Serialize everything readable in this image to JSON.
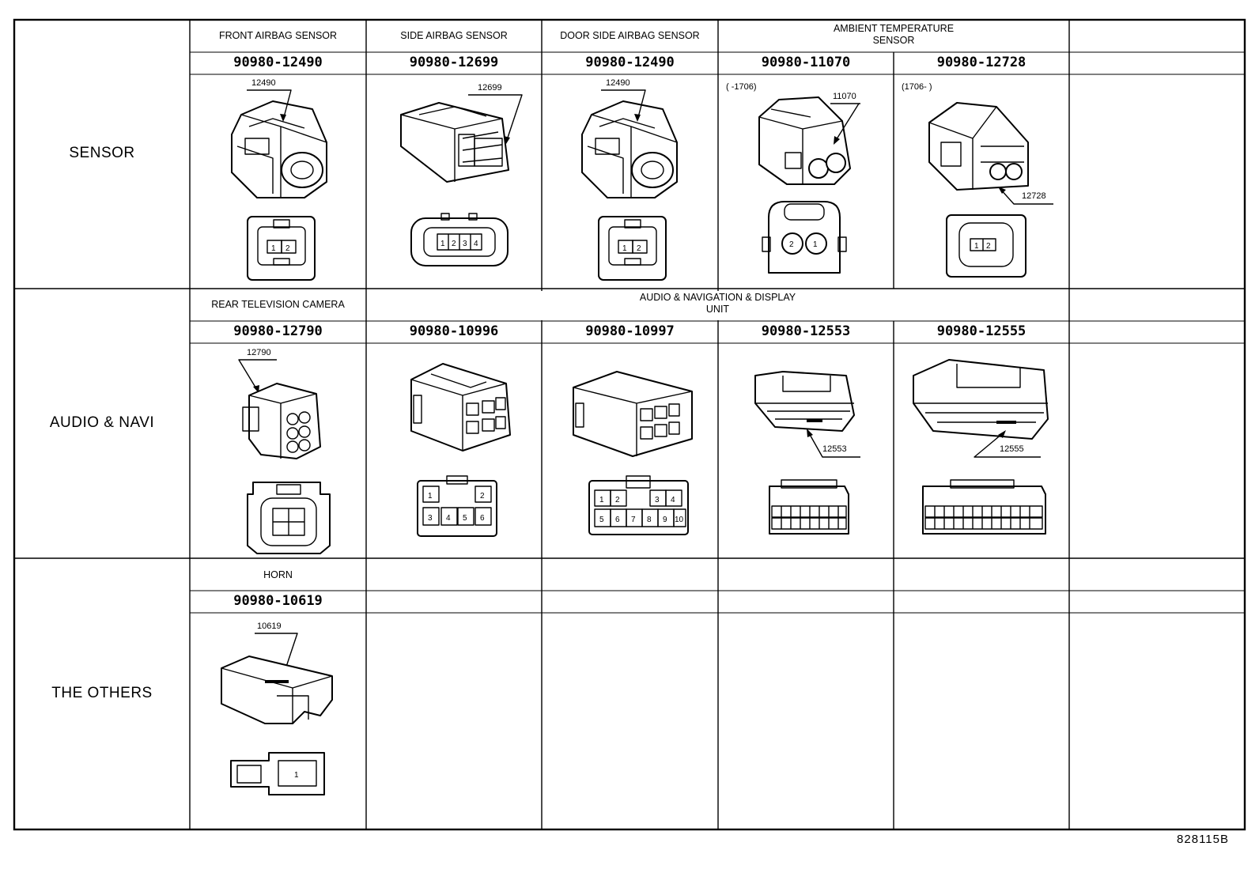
{
  "rows": [
    {
      "label": "SENSOR",
      "cells": [
        {
          "header": "FRONT AIRBAG SENSOR",
          "part": "90980-12490",
          "callout": "12490",
          "face": "2-pin"
        },
        {
          "header": "SIDE AIRBAG SENSOR",
          "part": "90980-12699",
          "callout": "12699",
          "face": "4-pin"
        },
        {
          "header": "DOOR SIDE AIRBAG SENSOR",
          "part": "90980-12490",
          "callout": "12490",
          "face": "2-pin"
        },
        {
          "header": "AMBIENT TEMPERATURE SENSOR",
          "part": "90980-11070",
          "callout": "11070",
          "note": "(  -1706)",
          "face": "2-round"
        },
        {
          "header": "",
          "part": "90980-12728",
          "callout": "12728",
          "note": "(1706-  )",
          "face": "2-pin-small"
        },
        {
          "header": "",
          "part": "",
          "callout": ""
        }
      ]
    },
    {
      "label": "AUDIO & NAVI",
      "cells": [
        {
          "header": "REAR TELEVISION CAMERA",
          "part": "90980-12790",
          "callout": "12790",
          "face": "4-pin-square"
        },
        {
          "header": "AUDIO & NAVIGATION & DISPLAY UNIT",
          "part": "90980-10996",
          "callout": "",
          "face": "6-pin"
        },
        {
          "header": "",
          "part": "90980-10997",
          "callout": "",
          "face": "10-pin"
        },
        {
          "header": "",
          "part": "90980-12553",
          "callout": "12553",
          "face": "multi"
        },
        {
          "header": "",
          "part": "90980-12555",
          "callout": "12555",
          "face": "multi-wide"
        },
        {
          "header": "",
          "part": "",
          "callout": ""
        }
      ]
    },
    {
      "label": "THE OTHERS",
      "cells": [
        {
          "header": "HORN",
          "part": "90980-10619",
          "callout": "10619",
          "face": "1-pin"
        },
        {
          "header": "",
          "part": "",
          "callout": ""
        },
        {
          "header": "",
          "part": "",
          "callout": ""
        },
        {
          "header": "",
          "part": "",
          "callout": ""
        },
        {
          "header": "",
          "part": "",
          "callout": ""
        },
        {
          "header": "",
          "part": "",
          "callout": ""
        }
      ]
    }
  ],
  "headers": {
    "ambient_line1": "AMBIENT TEMPERATURE",
    "ambient_line2": "SENSOR",
    "audio_line1": "AUDIO & NAVIGATION & DISPLAY",
    "audio_line2": "UNIT"
  },
  "pin_labels": {
    "two": [
      "1",
      "2"
    ],
    "four": [
      "1",
      "2",
      "3",
      "4"
    ],
    "round": [
      "2",
      "1"
    ],
    "six_top": [
      "1",
      "2"
    ],
    "six_bottom": [
      "3",
      "4",
      "5",
      "6"
    ],
    "ten_top": [
      "1",
      "2",
      "3",
      "4"
    ],
    "ten_bottom": [
      "5",
      "6",
      "7",
      "8",
      "9",
      "10"
    ],
    "one": [
      "1"
    ]
  },
  "figure_ref": "828115B"
}
